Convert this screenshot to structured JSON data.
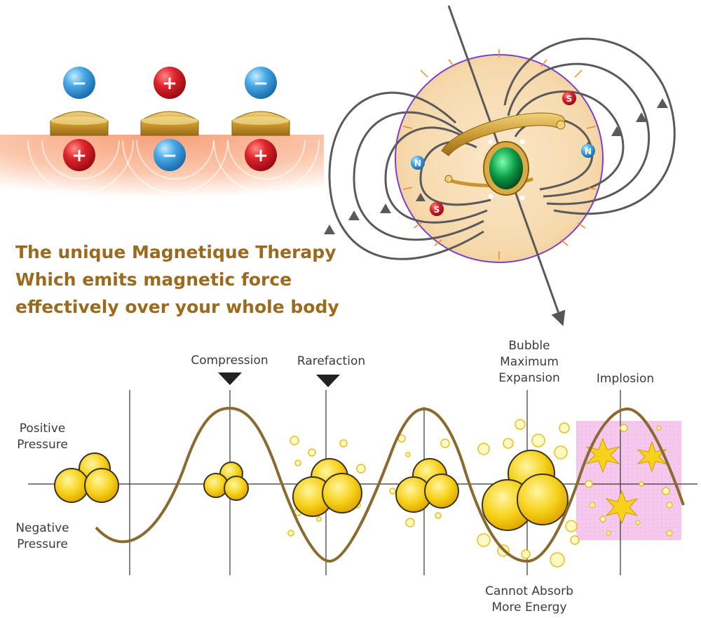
{
  "headline": {
    "line1": "The unique Magnetique Therapy",
    "line2": "Which emits magnetic force",
    "line3": "effectively over your whole body"
  },
  "charges": {
    "top": [
      "−",
      "+",
      "−"
    ],
    "bottom": [
      "+",
      "−",
      "+"
    ]
  },
  "magnet_poles": {
    "s1": "S",
    "s2": "S",
    "n1": "N",
    "n2": "N"
  },
  "wave_labels": {
    "compression": "Compression",
    "rarefaction": "Rarefaction",
    "bubble_line1": "Bubble",
    "bubble_line2": "Maximum",
    "bubble_line3": "Expansion",
    "implosion": "Implosion",
    "positive_line1": "Positive",
    "positive_line2": "Pressure",
    "negative_line1": "Negative",
    "negative_line2": "Pressure",
    "cannot_line1": "Cannot Absorb",
    "cannot_line2": "More Energy"
  },
  "colors": {
    "headline": "#9c6a1d",
    "wave": "#8a6a2e",
    "positive_charge": "#d9232b",
    "negative_charge": "#3d9fe0",
    "magnet_circle": "#7a3fd6",
    "bubble": "#f6d21b"
  }
}
